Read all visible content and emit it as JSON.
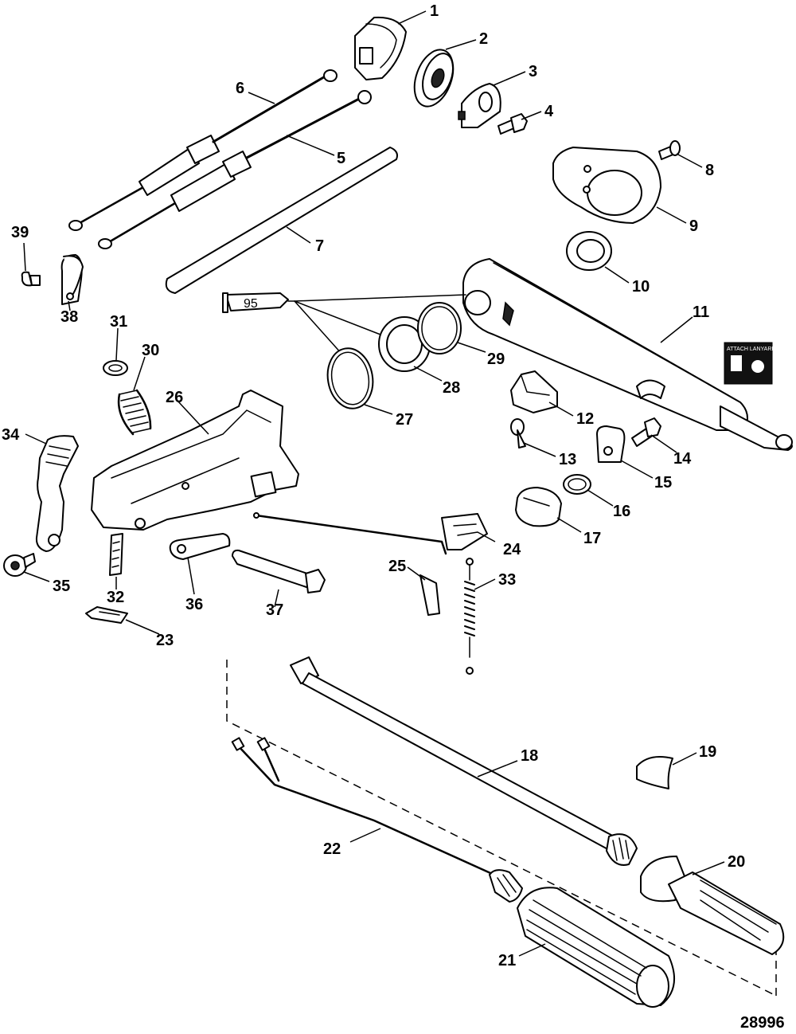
{
  "figure_number": "28996",
  "sealant_tube_label": "95",
  "decal_text": "ATTACH LANYARD",
  "callouts": [
    {
      "n": "1"
    },
    {
      "n": "2"
    },
    {
      "n": "3"
    },
    {
      "n": "4"
    },
    {
      "n": "5"
    },
    {
      "n": "6"
    },
    {
      "n": "7"
    },
    {
      "n": "8"
    },
    {
      "n": "9"
    },
    {
      "n": "10"
    },
    {
      "n": "11"
    },
    {
      "n": "12"
    },
    {
      "n": "13"
    },
    {
      "n": "14"
    },
    {
      "n": "15"
    },
    {
      "n": "16"
    },
    {
      "n": "17"
    },
    {
      "n": "18"
    },
    {
      "n": "19"
    },
    {
      "n": "20"
    },
    {
      "n": "21"
    },
    {
      "n": "22"
    },
    {
      "n": "23"
    },
    {
      "n": "24"
    },
    {
      "n": "25"
    },
    {
      "n": "26"
    },
    {
      "n": "27"
    },
    {
      "n": "28"
    },
    {
      "n": "29"
    },
    {
      "n": "30"
    },
    {
      "n": "31"
    },
    {
      "n": "32"
    },
    {
      "n": "33"
    },
    {
      "n": "34"
    },
    {
      "n": "35"
    },
    {
      "n": "36"
    },
    {
      "n": "37"
    },
    {
      "n": "38"
    },
    {
      "n": "39"
    }
  ]
}
